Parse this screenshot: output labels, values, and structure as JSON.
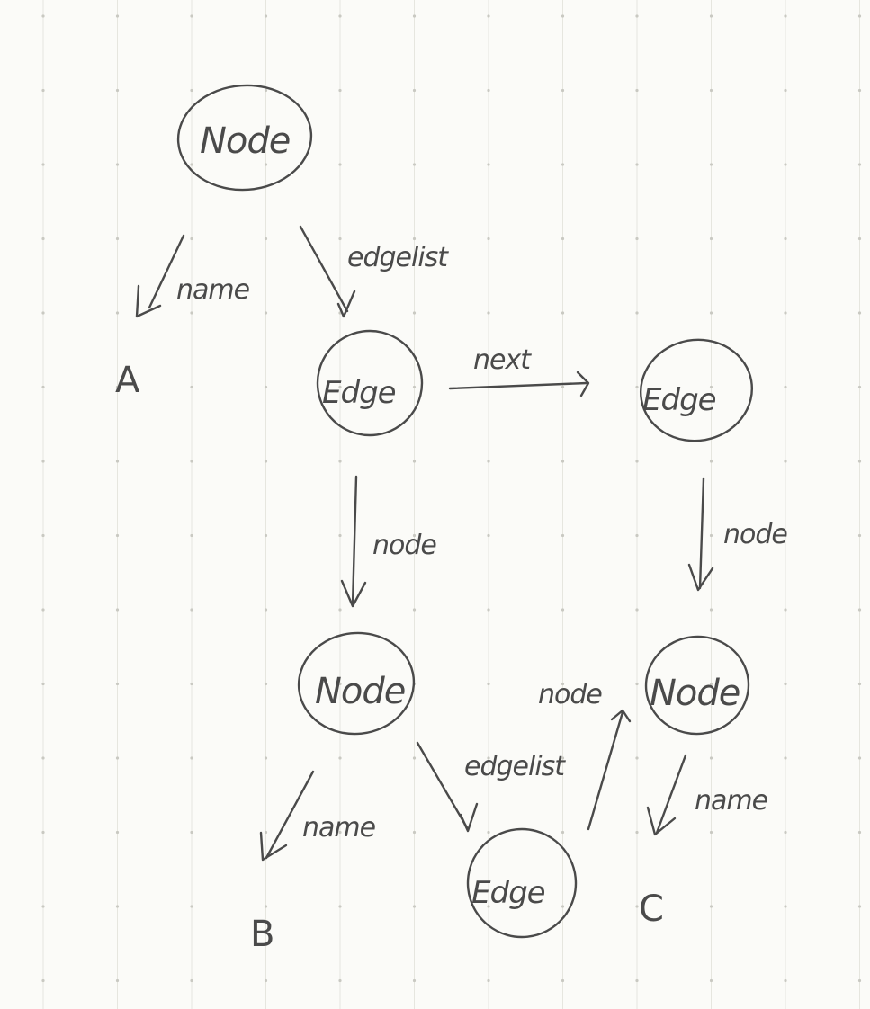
{
  "nodes": {
    "root": {
      "label": "Node",
      "name_label": "name",
      "name_value": "A",
      "edgelist_label": "edgelist"
    },
    "b": {
      "label": "Node",
      "name_label": "name",
      "name_value": "B",
      "edgelist_label": "edgelist"
    },
    "c": {
      "label": "Node",
      "name_label": "name",
      "name_value": "C"
    }
  },
  "edges": {
    "first": {
      "label": "Edge",
      "node_label": "node",
      "next_label": "next"
    },
    "second": {
      "label": "Edge",
      "node_label": "node"
    },
    "third": {
      "label": "Edge",
      "node_label": "node"
    }
  }
}
